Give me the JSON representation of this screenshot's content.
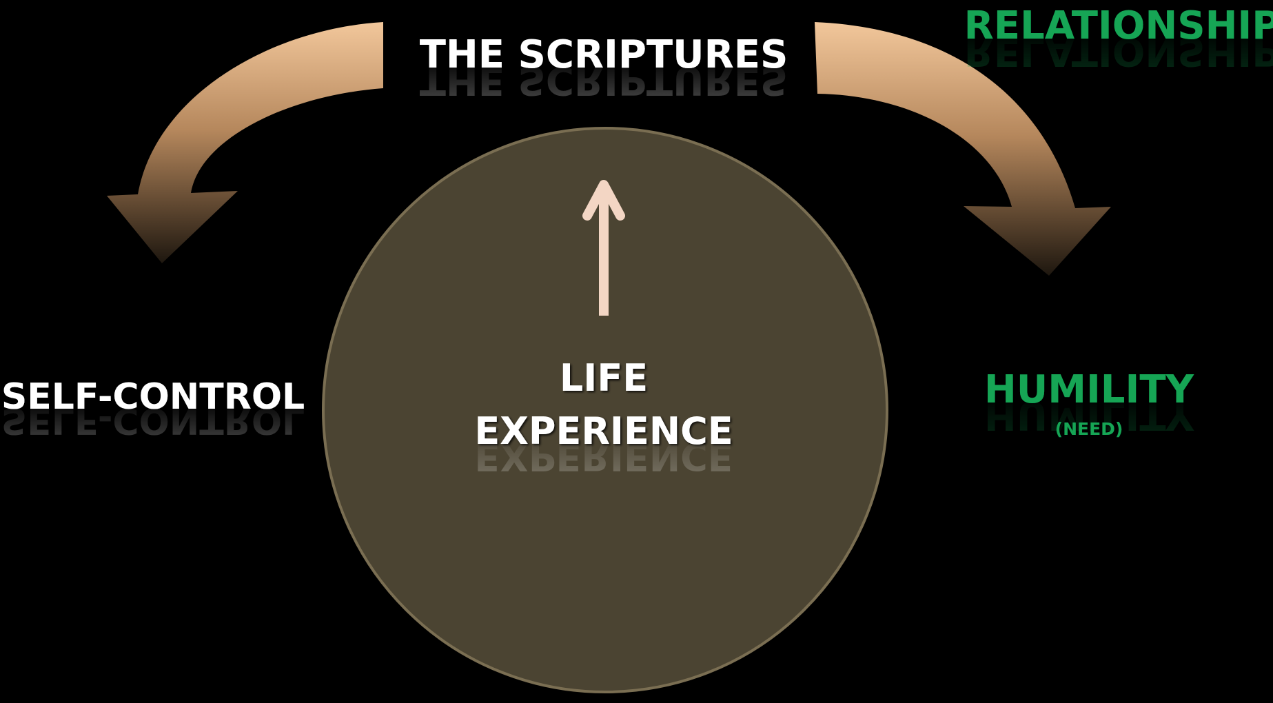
{
  "colors": {
    "background": "#000000",
    "circle_fill": "#4b4432",
    "circle_stroke": "#7a6e52",
    "arrow_light": "#f2c79b",
    "arrow_mid": "#b5875c",
    "arrow_dark": "#2a2016",
    "up_arrow": "#f3d6c4",
    "white_text": "#ffffff",
    "green_text": "#12a554"
  },
  "labels": {
    "top_center": "THE SCRIPTURES",
    "top_right": "RELATIONSHIP",
    "left": "SELF-CONTROL",
    "right": "HUMILITY",
    "right_sub": "(NEED)",
    "center_line1": "LIFE",
    "center_line2": "EXPERIENCE"
  },
  "icons": {
    "left_curved_arrow": "curved-arrow-down-left-icon",
    "right_curved_arrow": "curved-arrow-down-right-icon",
    "center_arrow": "arrow-up-icon"
  }
}
